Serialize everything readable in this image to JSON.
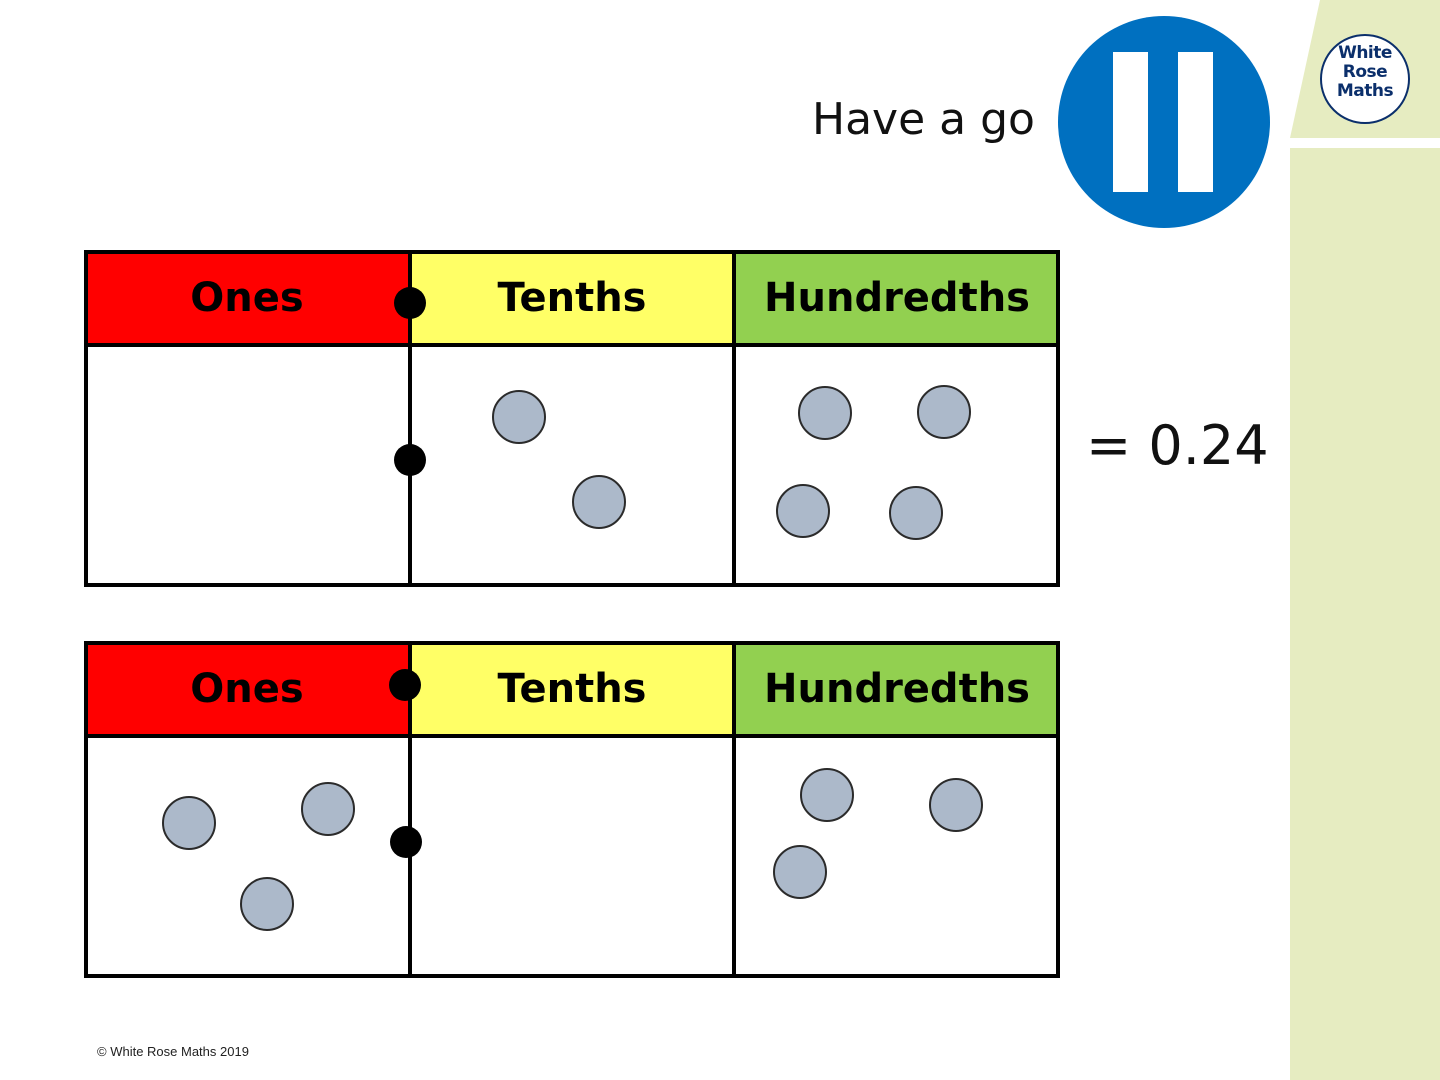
{
  "slide": {
    "title": "Have a go",
    "answer_text": "= 0.24",
    "footer": "© White Rose Maths 2019"
  },
  "logo": {
    "lines": [
      "White",
      "Rose",
      "Maths"
    ],
    "color": "#0b2f6b"
  },
  "step_icon": {
    "name": "pause-icon",
    "color": "#0070c0"
  },
  "colors": {
    "ones": "#ff0000",
    "tenths": "#ffff66",
    "hundredths": "#92d050",
    "counter": "#acb9ca",
    "sidebar": "#e6ecc1"
  },
  "tables": [
    {
      "headers": [
        "Ones",
        "Tenths",
        "Hundredths"
      ],
      "counters": {
        "ones": 0,
        "tenths": 2,
        "hundredths": 4
      }
    },
    {
      "headers": [
        "Ones",
        "Tenths",
        "Hundredths"
      ],
      "counters": {
        "ones": 3,
        "tenths": 0,
        "hundredths": 3
      }
    }
  ]
}
